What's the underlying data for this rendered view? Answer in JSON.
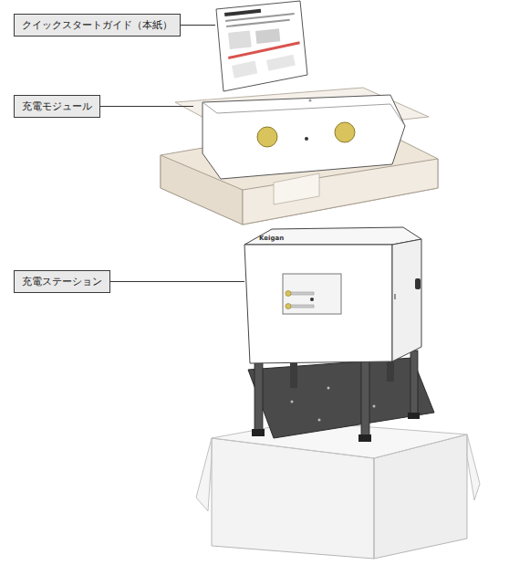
{
  "diagram": {
    "nodes": [
      {
        "text": [
          "クイックスタートガイド（本紙）"
        ]
      },
      {
        "text": [
          "充電モジュール"
        ]
      },
      {
        "text": [
          "充電ステーション"
        ]
      }
    ],
    "labels": [
      "Keigan"
    ]
  }
}
